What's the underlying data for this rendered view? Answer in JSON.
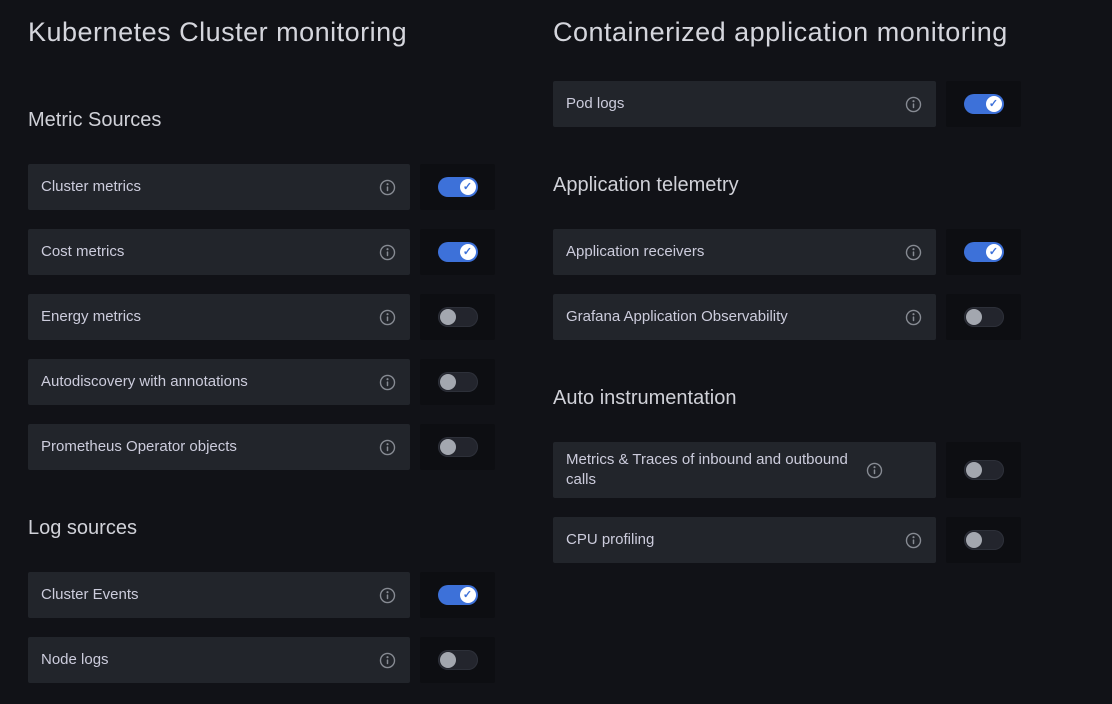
{
  "icons": {
    "info": "info-circle",
    "check": "✓"
  },
  "colors": {
    "page_bg": "#111217",
    "card_bg": "#22252b",
    "toggle_box_bg": "#0d0e12",
    "accent": "#3d71d9",
    "text": "#ccccdc"
  },
  "columns": [
    {
      "title": "Kubernetes Cluster monitoring",
      "groups": [
        {
          "heading": "Metric Sources",
          "items": [
            {
              "label": "Cluster metrics",
              "enabled": true
            },
            {
              "label": "Cost metrics",
              "enabled": true
            },
            {
              "label": "Energy metrics",
              "enabled": false
            },
            {
              "label": "Autodiscovery with annotations",
              "enabled": false
            },
            {
              "label": "Prometheus Operator objects",
              "enabled": false
            }
          ]
        },
        {
          "heading": "Log sources",
          "items": [
            {
              "label": "Cluster Events",
              "enabled": true
            },
            {
              "label": "Node logs",
              "enabled": false
            }
          ]
        }
      ]
    },
    {
      "title": "Containerized application monitoring",
      "groups": [
        {
          "heading": "",
          "items": [
            {
              "label": "Pod logs",
              "enabled": true
            }
          ]
        },
        {
          "heading": "Application telemetry",
          "items": [
            {
              "label": "Application receivers",
              "enabled": true
            },
            {
              "label": "Grafana Application Observability",
              "enabled": false
            }
          ]
        },
        {
          "heading": "Auto instrumentation",
          "items": [
            {
              "label": "Metrics & Traces of inbound and outbound calls",
              "enabled": false
            },
            {
              "label": "CPU profiling",
              "enabled": false
            }
          ]
        }
      ]
    }
  ]
}
